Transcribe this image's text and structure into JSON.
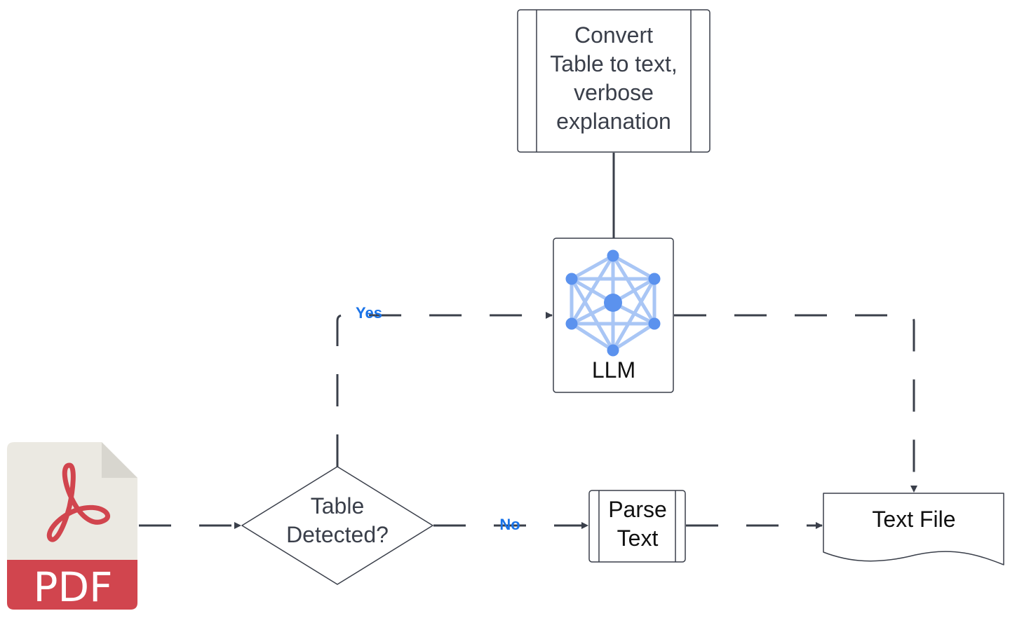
{
  "nodes": {
    "pdf": {
      "label": "PDF"
    },
    "decision": {
      "lines": [
        "Table",
        "Detected?"
      ]
    },
    "convert": {
      "lines": [
        "Convert",
        "Table to text,",
        "verbose",
        "explanation"
      ]
    },
    "llm": {
      "label": "LLM"
    },
    "parse": {
      "lines": [
        "Parse",
        "Text"
      ]
    },
    "textfile": {
      "label": "Text File"
    }
  },
  "edges": {
    "yes_label": "Yes",
    "no_label": "No"
  },
  "colors": {
    "line": "#3a3f4a",
    "edge_label": "#1a73e8",
    "pdf_red": "#d1454e",
    "pdf_paper": "#ebe9e2",
    "pdf_fold": "#d8d6cf",
    "network_line": "#a9c6f5",
    "network_node": "#5b92ee"
  }
}
